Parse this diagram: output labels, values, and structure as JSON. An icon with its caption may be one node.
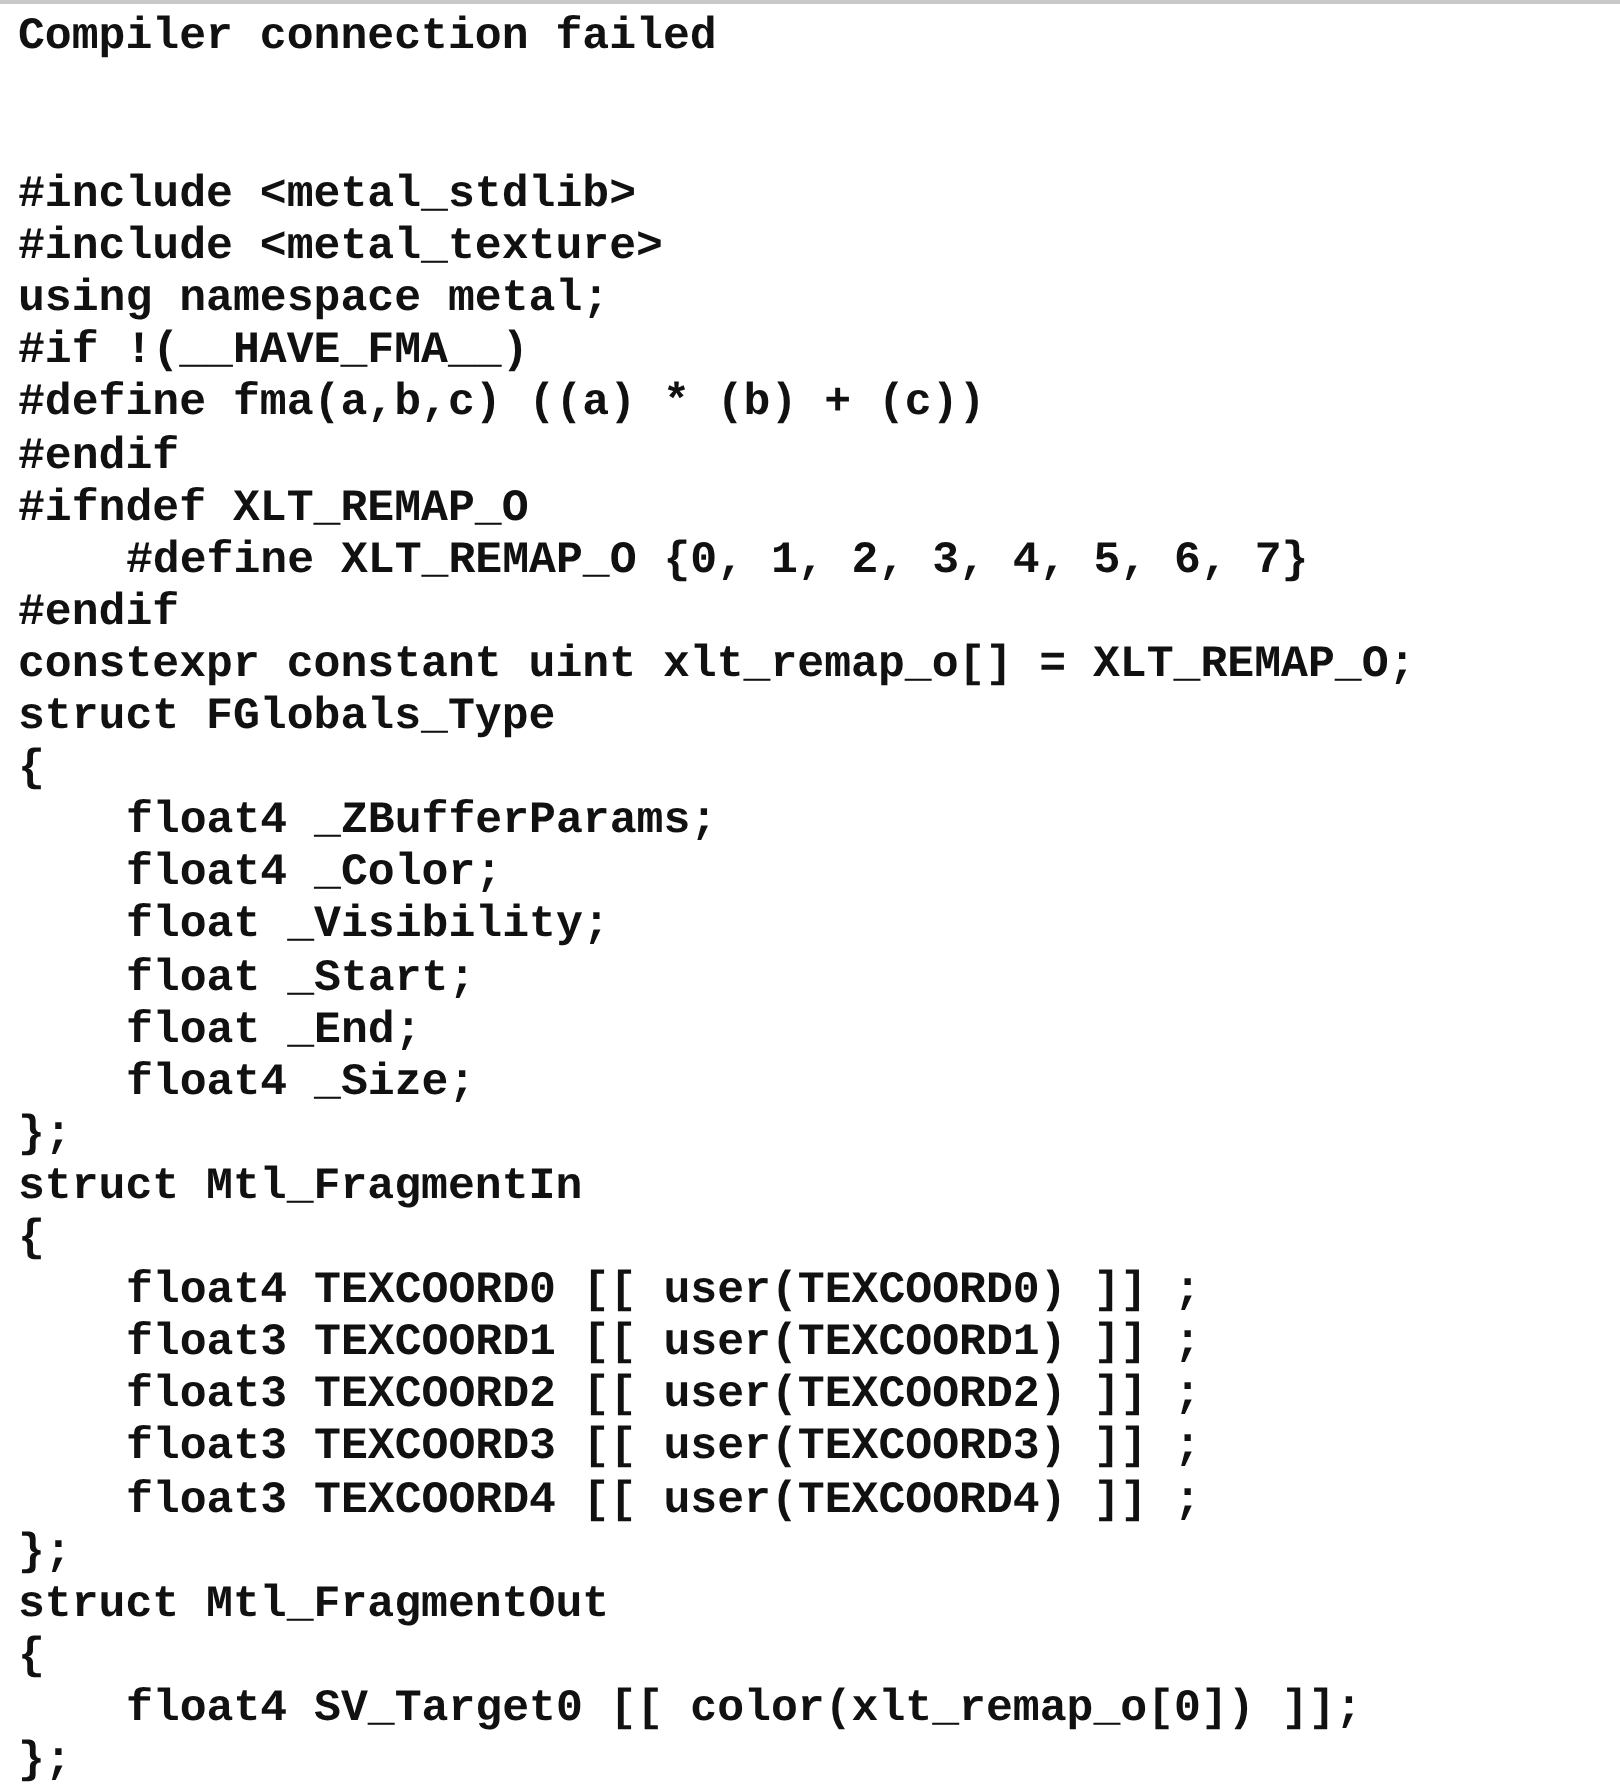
{
  "diagram": {
    "title": "Compiler connection failed",
    "labels": [
      "#include <metal_stdlib>",
      "#include <metal_texture>",
      "using namespace metal;",
      "#if !(__HAVE_FMA__)",
      "#define fma(a,b,c) ((a) * (b) + (c))",
      "#endif",
      "#ifndef XLT_REMAP_O",
      "#define XLT_REMAP_O {0, 1, 2, 3, 4, 5, 6, 7}",
      "#endif",
      "constexpr constant uint xlt_remap_o[] = XLT_REMAP_O;",
      "struct FGlobals_Type",
      "{",
      "float4 _ZBufferParams;",
      "float4 _Color;",
      "float _Visibility;",
      "float _Start;",
      "float _End;",
      "float4 _Size;",
      "};",
      "struct Mtl_FragmentIn",
      "{",
      "float4 TEXCOORD0 [[ user(TEXCOORD0) ]] ;",
      "float3 TEXCOORD1 [[ user(TEXCOORD1) ]] ;",
      "float3 TEXCOORD2 [[ user(TEXCOORD2) ]] ;",
      "float3 TEXCOORD3 [[ user(TEXCOORD3) ]] ;",
      "float3 TEXCOORD4 [[ user(TEXCOORD4) ]] ;",
      "};",
      "struct Mtl_FragmentOut",
      "{",
      "float4 SV_Target0 [[ color(xlt_remap_o[0]) ]];",
      "};"
    ]
  }
}
